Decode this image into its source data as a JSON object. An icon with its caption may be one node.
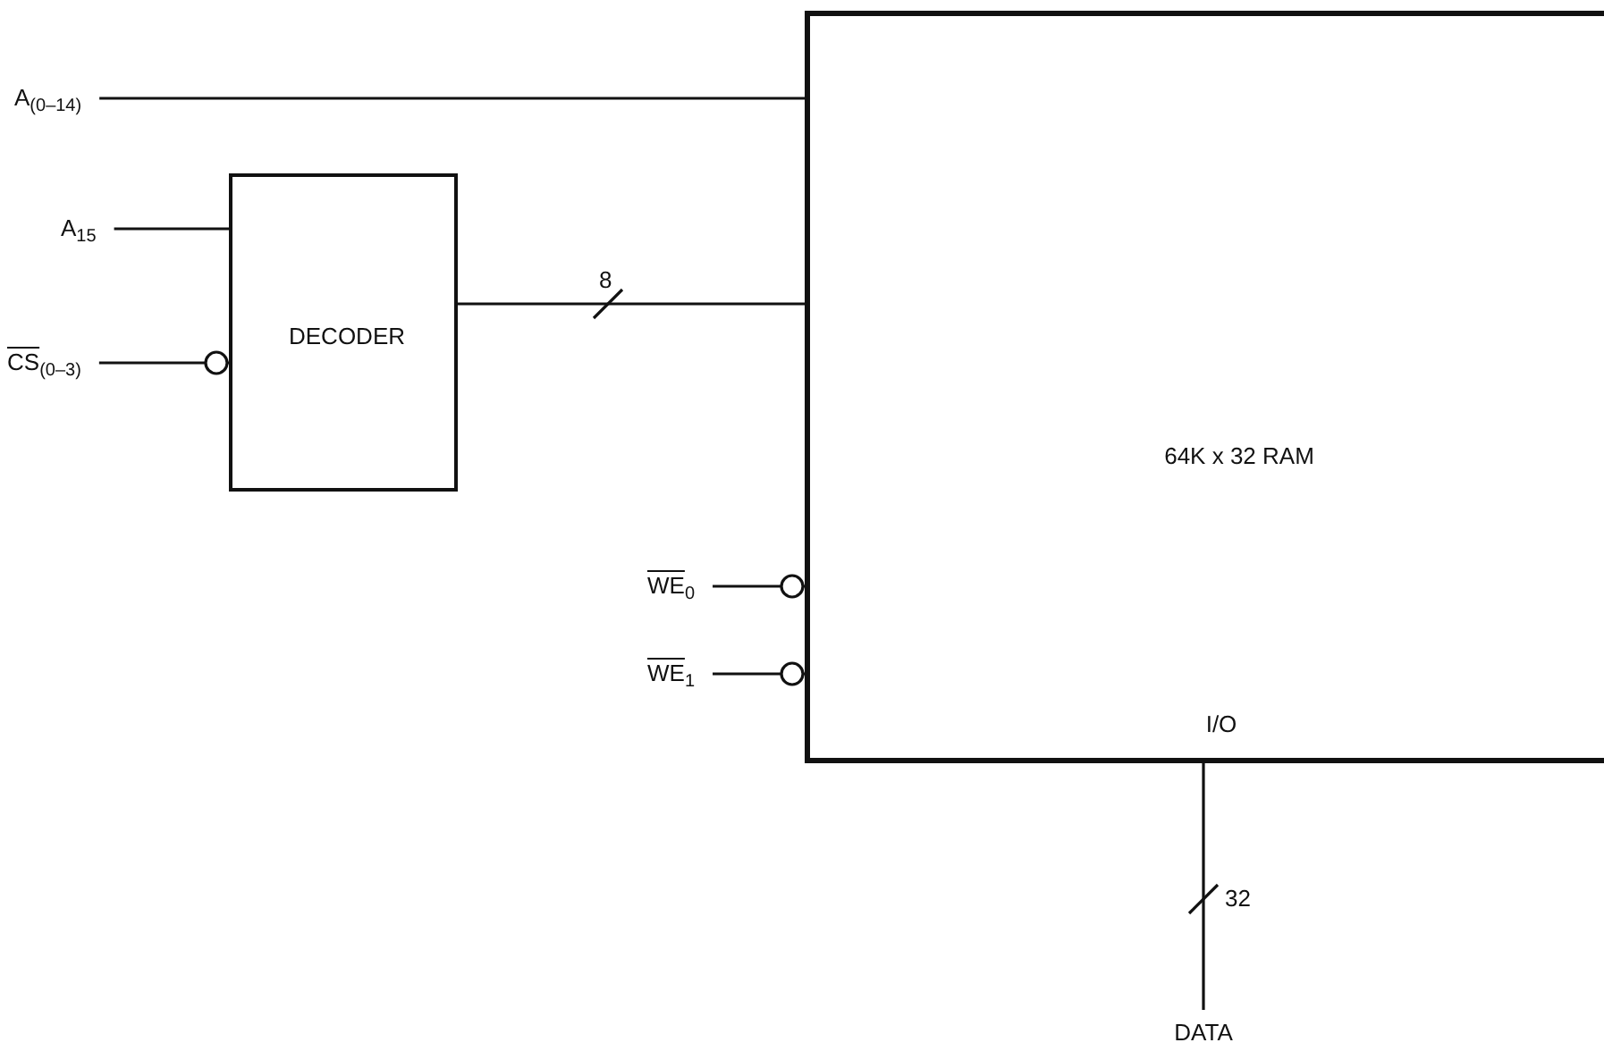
{
  "diagram": {
    "nodes": [
      {
        "text": [
          "A$_{(0–14)}$"
        ]
      },
      {
        "text": [
          "A$_{15}$"
        ]
      },
      {
        "text": [
          "CS$_{(0–3)}$"
        ]
      },
      {
        "text": [
          "DECODER"
        ]
      },
      {
        "text": [
          "64K x 32 RAM",
          "I/O"
        ]
      },
      {
        "text": [
          "WE$_{0}$"
        ]
      },
      {
        "text": [
          "WE$_{1}$"
        ]
      },
      {
        "text": [
          "DATA"
        ]
      }
    ],
    "edges": [
      {
        "from": 0,
        "to": 4,
        "arrow": "none"
      },
      {
        "from": 1,
        "to": 3,
        "arrow": "none"
      },
      {
        "from": 2,
        "to": 3,
        "arrow": "other"
      },
      {
        "from": 3,
        "to": 4,
        "label": "8",
        "arrow": "none"
      },
      {
        "from": 5,
        "to": 4,
        "arrow": "other"
      },
      {
        "from": 6,
        "to": 4,
        "arrow": "other"
      },
      {
        "from": 4,
        "to": 7,
        "label": "32",
        "arrow": "none"
      }
    ]
  }
}
